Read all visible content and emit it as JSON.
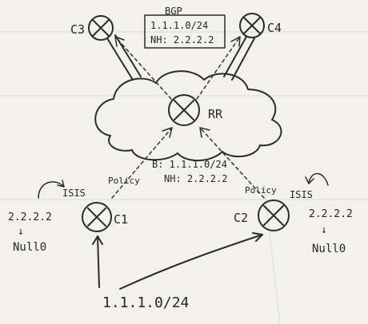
{
  "nodes": {
    "c3": "C3",
    "c4": "C4",
    "rr": "RR",
    "c1": "C1",
    "c2": "C2"
  },
  "bgp_box": {
    "title": "BGP",
    "prefix": "1.1.1.0/24",
    "next_hop": "NH: 2.2.2.2"
  },
  "center_label": {
    "prefix": "B: 1.1.1.0/24",
    "next_hop": "NH: 2.2.2.2"
  },
  "left": {
    "policy": "Policy",
    "isis": "ISIS",
    "static_ip": "2.2.2.2",
    "arrow": "↓",
    "null": "Null0"
  },
  "right": {
    "policy": "Policy",
    "isis": "ISIS",
    "static_ip": "2.2.2.2",
    "arrow": "↓",
    "null": "Null0"
  },
  "bottom_prefix": "1.1.1.0/24",
  "colors": {
    "ink": "#2b2b2b",
    "paper": "#f2f1ee"
  }
}
